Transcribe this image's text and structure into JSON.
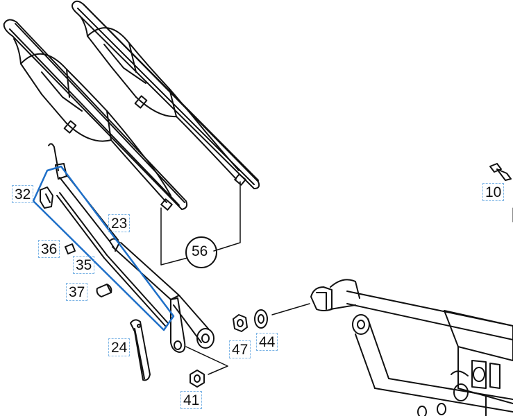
{
  "callouts": {
    "c32": "32",
    "c23": "23",
    "c36": "36",
    "c35": "35",
    "c37": "37",
    "c24": "24",
    "c56": "56",
    "c47": "47",
    "c44": "44",
    "c41": "41",
    "c10": "10"
  },
  "colors": {
    "line": "#111111",
    "highlight": "#1e6fc8",
    "callout_border": "#7fb6e6"
  }
}
